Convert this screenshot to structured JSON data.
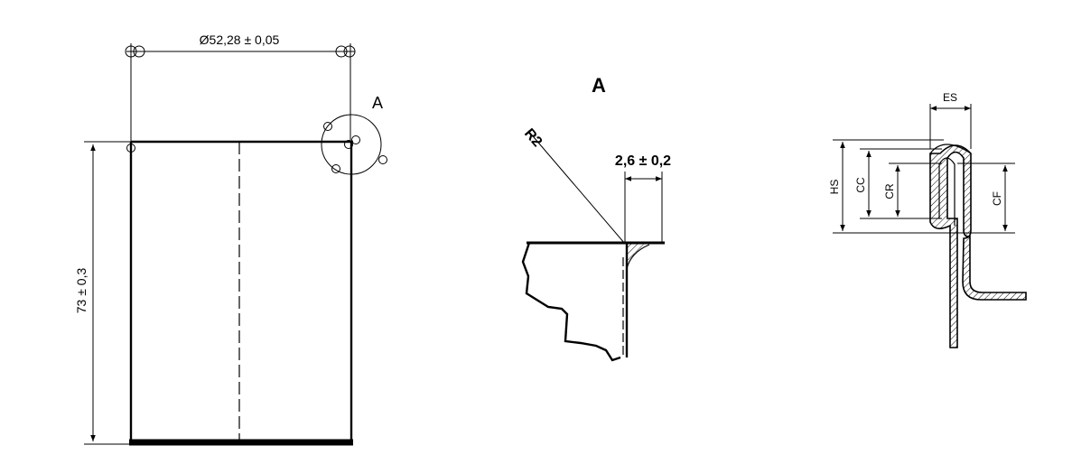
{
  "drawing": {
    "left_view": {
      "diameter_dim": "Ø52,28 ± 0,05",
      "height_dim": "73 ± 0,3",
      "detail_marker": "A"
    },
    "detail_view": {
      "title": "A",
      "radius_label": "R2",
      "width_dim": "2,6 ± 0,2"
    },
    "seam_section": {
      "labels": {
        "es": "ES",
        "hs": "HS",
        "cc": "CC",
        "cr": "CR",
        "cf": "CF"
      }
    }
  }
}
